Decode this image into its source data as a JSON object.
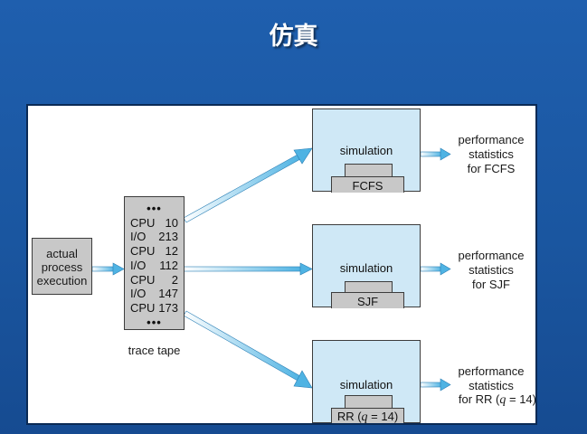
{
  "slide": {
    "title": "仿真"
  },
  "diagram": {
    "source": {
      "lines": [
        "actual",
        "process",
        "execution"
      ]
    },
    "trace_tape": {
      "caption": "trace tape",
      "dots": "•••",
      "rows": [
        {
          "op": "CPU",
          "val": "10"
        },
        {
          "op": "I/O",
          "val": "213"
        },
        {
          "op": "CPU",
          "val": "12"
        },
        {
          "op": "I/O",
          "val": "112"
        },
        {
          "op": "CPU",
          "val": "2"
        },
        {
          "op": "I/O",
          "val": "147"
        },
        {
          "op": "CPU",
          "val": "173"
        }
      ]
    },
    "simulations": [
      {
        "label": "simulation",
        "algorithm": "FCFS",
        "stats": [
          "performance",
          "statistics",
          "for FCFS"
        ]
      },
      {
        "label": "simulation",
        "algorithm": "SJF",
        "stats": [
          "performance",
          "statistics",
          "for SJF"
        ]
      },
      {
        "label": "simulation",
        "algorithm_pre": "RR (",
        "algorithm_var": "q",
        "algorithm_post": " = 14)",
        "stats": [
          "performance",
          "statistics"
        ],
        "stats_last_pre": "for RR (",
        "stats_last_var": "q",
        "stats_last_post": " = 14)"
      }
    ]
  },
  "colors": {
    "arrow": "#4fb3e3",
    "sim_box": "#cfe8f6",
    "gray_box": "#c8c8c8",
    "background": "#1a56a0"
  }
}
